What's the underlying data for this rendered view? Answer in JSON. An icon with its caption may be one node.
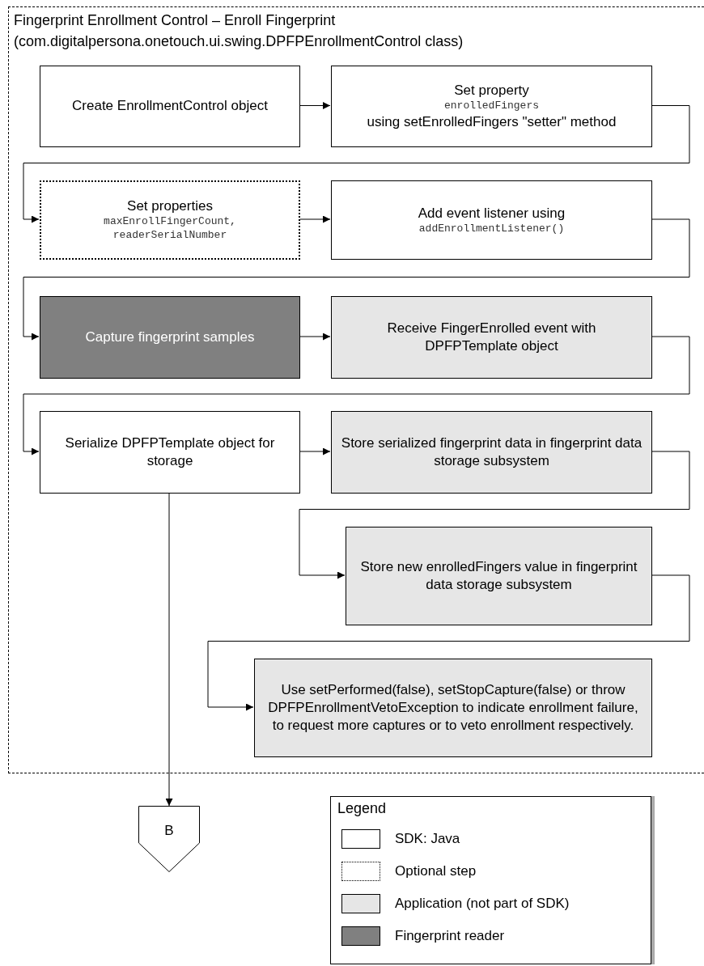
{
  "diagram": {
    "nodes": [
      {
        "text": [
          "Fingerprint Enrollment Control – Enroll Fingerprint",
          "(com.digitalpersona.onetouch.ui.swing.DPFPEnrollmentControl class)"
        ]
      },
      {
        "text": [
          "Create EnrollmentControl object"
        ],
        "in": 0
      },
      {
        "text": [
          "Set property",
          "enrolledFingers",
          "using setEnrolledFingers \"setter\" method"
        ],
        "in": 0
      },
      {
        "text": [
          "Set properties",
          "maxEnrollFingerCount, readerSerialNumber"
        ],
        "in": 0
      },
      {
        "text": [
          "Add event listener using",
          "addEnrollmentListener()"
        ],
        "in": 0
      },
      {
        "text": [
          "Capture fingerprint samples"
        ],
        "in": 0
      },
      {
        "text": [
          "Receive FingerEnrolled event with DPFPTemplate object"
        ],
        "in": 0
      },
      {
        "text": [
          "Serialize DPFPTemplate object for storage"
        ],
        "in": 0
      },
      {
        "text": [
          "Store serialized fingerprint data in fingerprint data storage subsystem"
        ],
        "in": 0
      },
      {
        "text": [
          "Store new enrolledFingers value in fingerprint data storage subsystem"
        ],
        "in": 0
      },
      {
        "text": [
          "Use setPerformed(false), setStopCapture(false) or throw DPFPEnrollmentVetoException to indicate enrollment failure, to request more captures or to veto enrollment respectively."
        ],
        "in": 0
      },
      {
        "text": [
          "B"
        ]
      }
    ],
    "edges": [
      {
        "from": 1,
        "to": 2,
        "arrow": "to"
      },
      {
        "from": 2,
        "to": 3,
        "arrow": "to"
      },
      {
        "from": 3,
        "to": 4,
        "arrow": "to"
      },
      {
        "from": 4,
        "to": 5,
        "arrow": "to"
      },
      {
        "from": 5,
        "to": 6,
        "arrow": "to"
      },
      {
        "from": 6,
        "to": 7,
        "arrow": "to"
      },
      {
        "from": 7,
        "to": 8,
        "arrow": "to"
      },
      {
        "from": 8,
        "to": 9,
        "arrow": "to"
      },
      {
        "from": 9,
        "to": 10,
        "arrow": "to"
      },
      {
        "from": 7,
        "to": 11,
        "arrow": "to"
      }
    ],
    "labels": [
      "Legend"
    ],
    "legend": [
      {
        "text": "SDK: Java",
        "color": "#ffffff"
      },
      {
        "text": "Optional step"
      },
      {
        "text": "Application (not part of SDK)",
        "color": "#e6e6e6"
      },
      {
        "text": "Fingerprint reader",
        "color": "#808080"
      }
    ]
  }
}
